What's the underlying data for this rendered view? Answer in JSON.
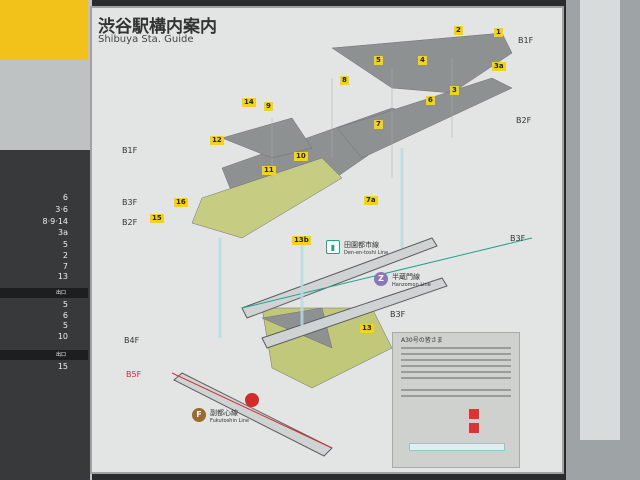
{
  "title": "渋谷駅構内案内",
  "subtitle": "Shibuya Sta. Guide",
  "left_panel": {
    "exit_header": "出口",
    "group1": [
      "6",
      "3·6",
      "8·9·14",
      "3a",
      "5",
      "2",
      "7",
      "13"
    ],
    "group2": [
      "5",
      "6",
      "5",
      "10"
    ],
    "group3": [
      "15"
    ]
  },
  "floors": {
    "b1f_top": "B1F",
    "b2f_right": "B2F",
    "b1f_left": "B1F",
    "b3f_left": "B3F",
    "b2f_left": "B2F",
    "b3f_right": "B3F",
    "b3f_mid": "B3F",
    "b4f": "B4F",
    "b5f": "B5F"
  },
  "exits": [
    "1",
    "2",
    "3",
    "3a",
    "4",
    "5",
    "6",
    "7",
    "7a",
    "8",
    "9",
    "10",
    "11",
    "12",
    "13",
    "13b",
    "14",
    "15",
    "16"
  ],
  "lines": {
    "denentoshi": {
      "ja": "田園都市線",
      "en": "Den-en-toshi Line"
    },
    "hanzomon": {
      "ja": "半蔵門線",
      "en": "Hanzomon Line",
      "code": "Z"
    },
    "fukutoshin": {
      "ja": "副都心線",
      "en": "Fukutoshin Line",
      "code": "F"
    }
  },
  "notice": {
    "title": "A30号の皆さま"
  },
  "colors": {
    "accent": "#f2c21a",
    "fukutoshin": "#9b6a2f",
    "hanzomon": "#8b76b7",
    "denentoshi": "#1fa38a"
  }
}
